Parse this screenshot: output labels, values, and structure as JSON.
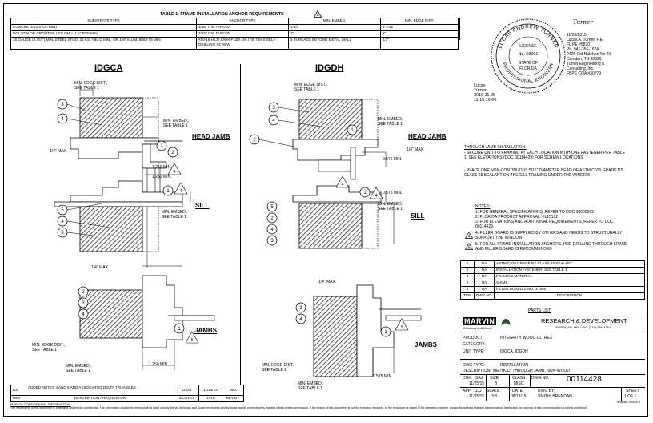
{
  "table1": {
    "title": "TABLE 1: FRAME INSTALLATION ANCHOR REQUIREMENTS",
    "note_ref": "4",
    "headers": [
      "SUBSTRATE TYPE",
      "ANCHOR TYPE",
      "MIN. EMBED.",
      "MIN. EDGE DIST."
    ],
    "rows": [
      [
        "CONCRETE (2.5 KSI MIN)",
        "3/16\" ITW TAPCON",
        "1-1/4\"",
        "1-1/16\""
      ],
      [
        "HOLLOW OR GROUT-FILLED CMU (1.5\" PCF MIN)",
        "3/16\" ITW TAPCON",
        "1\"",
        "2\""
      ],
      [
        "16 GAUGE (0.057\") MIN. STEEL STUD, 33 KSI YIELD MIN., OR 1/8\" ALUM. 6063-T5 MIN.",
        "#10-16 HILTI KWIK-FLEX OR ITW TEKS SELF-DRILLING SCREW",
        "3 THREADS BEYOND METAL WALL",
        "1/2\""
      ]
    ]
  },
  "seal": {
    "top_text": "LUCAS ANDREW TURNER",
    "license": "LICENSE",
    "number": "No. 58201",
    "state_line1": "STATE OF",
    "state_line2": "FLORIDA",
    "bottom_text": "PROFESSIONAL ENGINEER"
  },
  "engineer": {
    "signature": "Turner",
    "date": "11/25/2015",
    "lines": [
      "Lucas A. Turner, P.E.",
      "FL PE #58201",
      "Ph. 941-356-1674",
      "2425 Old Natchez Trc Trl",
      "Camden, TN 38320",
      "Turner Engineering &",
      "Consulting, Inc.",
      "FBPE COA #30779"
    ],
    "digital_sig": [
      "Lucas",
      "Turner",
      "2016-11-25",
      "11:15:16-00"
    ]
  },
  "sections": {
    "left_title": "IDGCA",
    "right_title": "IDGDH",
    "head_jamb": "HEAD JAMB",
    "sill": "SILL",
    "jambs": "JAMBS"
  },
  "dims": {
    "edge_dist": [
      "MIN. EDGE DIST.,",
      "SEE TABLE 1"
    ],
    "embed": [
      "MIN. EMBED.,",
      "SEE TABLE 1"
    ],
    "quarter_max": "1/4\" MAX.",
    "d1250": "1.250 MIN.",
    "d0575": "0.575 MIN."
  },
  "notes": {
    "through_jamb_title": "THROUGH JAMB INSTALLATION:",
    "through_jamb": [
      "- SECURE UNIT TO FRAMING AT EACH LOCATION WITH ONE FASTENER PER TABLE 1. SEE ELEVATIONS (DOC 00114429) FOR SCREW LOCATIONS",
      "- PLACE ONE NON-CONTINUOUS 5/16\" DIAMETER BEAD OF ASTM C920 GRADE NS CLASS 25 SEALANT ON THE SILL FRAMING UNDER THE WINDOW"
    ],
    "title": "NOTES:",
    "items": [
      "1. FOR GENERAL SPECIFICATIONS, REFER TO DOC 00000962",
      "2. FLORIDA PRODUCT APPROVAL: FL15172",
      "3. FOR ELEVATIONS AND ADDITIONAL REQUIREMENTS, REFER TO DOC 00114429",
      "4. FILLER BOARD IS SUPPLIED BY OTHERS AND NEEDS TO STRUCTURALLY SUPPORT THE WINDOW",
      "5. FOR ALL FRAME INSTALLATION ANCHORS, PRE-DRILLING THROUGH FRAME AND FILLER BOARD IS RECOMMENDED"
    ]
  },
  "parts": {
    "rows": [
      [
        "5",
        "NA",
        "ASTM C920 GRADE NS CLASS 25 SEALANT"
      ],
      [
        "4",
        "NA",
        "INSTALLATION FASTENER, SEE TABLE 1"
      ],
      [
        "3",
        "NA",
        "FRAMING MATERIAL"
      ],
      [
        "2",
        "NA",
        "SHIMS"
      ],
      [
        "1",
        "NA",
        "FILLER BOARD 2.650\" X .556\""
      ]
    ],
    "header": [
      "ITEM",
      "DWG NO",
      "DESCRIPTION"
    ],
    "title": "PARTS LIST"
  },
  "titleblock": {
    "brand": "MARVIN",
    "brand_sub": "Windows and Doors",
    "rd": "RESEARCH & DEVELOPMENT",
    "rd_addr": "WARROAD, MN, USA, (218) 386-4361",
    "product_label": "PRODUCT",
    "product": "INTEGRITY WOOD-ULTREX",
    "category_label": "CATEGORY:",
    "category": "",
    "unit_label": "UNIT TYPE:",
    "unit": "IDGCA, IDGDH",
    "dwg_type_label": "DWG TYPE:",
    "dwg_type": "INSTALLATION",
    "desc_label": "DESCRIPTION:",
    "desc": "METHOD, THROUGH JAMB, NON-WOOD",
    "chk_label": "CHK:",
    "chk": "SAJ",
    "chk_date": "11/25/15",
    "size_label": "SIZE:",
    "size": "B",
    "class_label": "CLASS:",
    "class": "MISC",
    "dwg_no_label": "DWG NO:",
    "dwg_no": "00114428",
    "app_label": "APP:",
    "app": "JJJ",
    "app_date": "11/25/15",
    "scale_label": "SCALE:",
    "scale": "3:8",
    "date_label": "DATE:",
    "date": "08/13/15",
    "dwg_by_label": "DWG BY:",
    "dwg_by": "SMITH, BRENDAN",
    "sheet_label": "SHEET:",
    "sheet": "1 OF 1",
    "template": "Template Version: 1"
  },
  "revision": {
    "rev": "B3",
    "desc": "ADDED NOTES 4 AND 5 AND ASSOCIATED DELTA TRIANGLES",
    "ecn": "22832",
    "date": "11/25/15",
    "by": "JMG",
    "headers": [
      "REV",
      "DESCRIPTION / REQUESTOR",
      "ECN NO",
      "DATE",
      "REV BY"
    ]
  },
  "footer": {
    "title": "MARVIN CONFIDENTIAL INFORMATION:",
    "text": "The information in this document is privileged and strictly confidential. The information contained herein shall be used only by Marvin Windows and Doors employees and by those agents or employees granted official written permission. If the reader of this document is not the intended recipient, or the employee or agent of the intended recipient, please be advised that any dissemination, distribution, or copying of this communication is strictly prohibited."
  }
}
